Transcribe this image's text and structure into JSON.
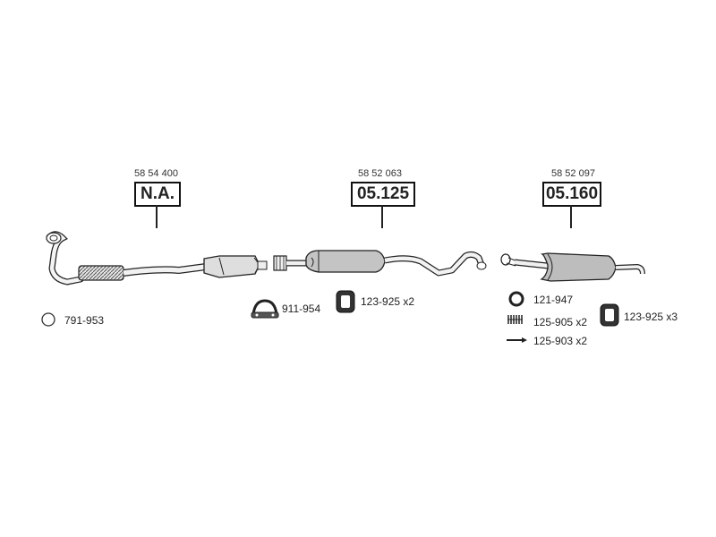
{
  "sections": [
    {
      "ref": "58 54 400",
      "code": "N.A."
    },
    {
      "ref": "58 52 063",
      "code": "05.125"
    },
    {
      "ref": "58 52 097",
      "code": "05.160"
    }
  ],
  "parts": [
    {
      "id": "gasket-ring",
      "label": "791-953"
    },
    {
      "id": "clamp",
      "label": "911-954"
    },
    {
      "id": "rubber-mount-a",
      "label": "123-925 x2"
    },
    {
      "id": "ring-gasket",
      "label": "121-947"
    },
    {
      "id": "spring",
      "label": "125-905 x2"
    },
    {
      "id": "bolt",
      "label": "125-903 x2"
    },
    {
      "id": "rubber-mount-b",
      "label": "123-925 x3"
    }
  ],
  "colors": {
    "line": "#222222",
    "pipe_fill": "#d8d8d8",
    "muffler_fill": "#bdbdbd"
  }
}
